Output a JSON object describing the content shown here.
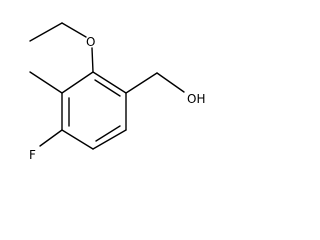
{
  "molecule": {
    "atoms": {
      "oxygen_ether": "O",
      "hydroxyl": "OH",
      "fluorine": "F"
    }
  },
  "colors": {
    "bond": "#000000",
    "background": "#ffffff"
  }
}
